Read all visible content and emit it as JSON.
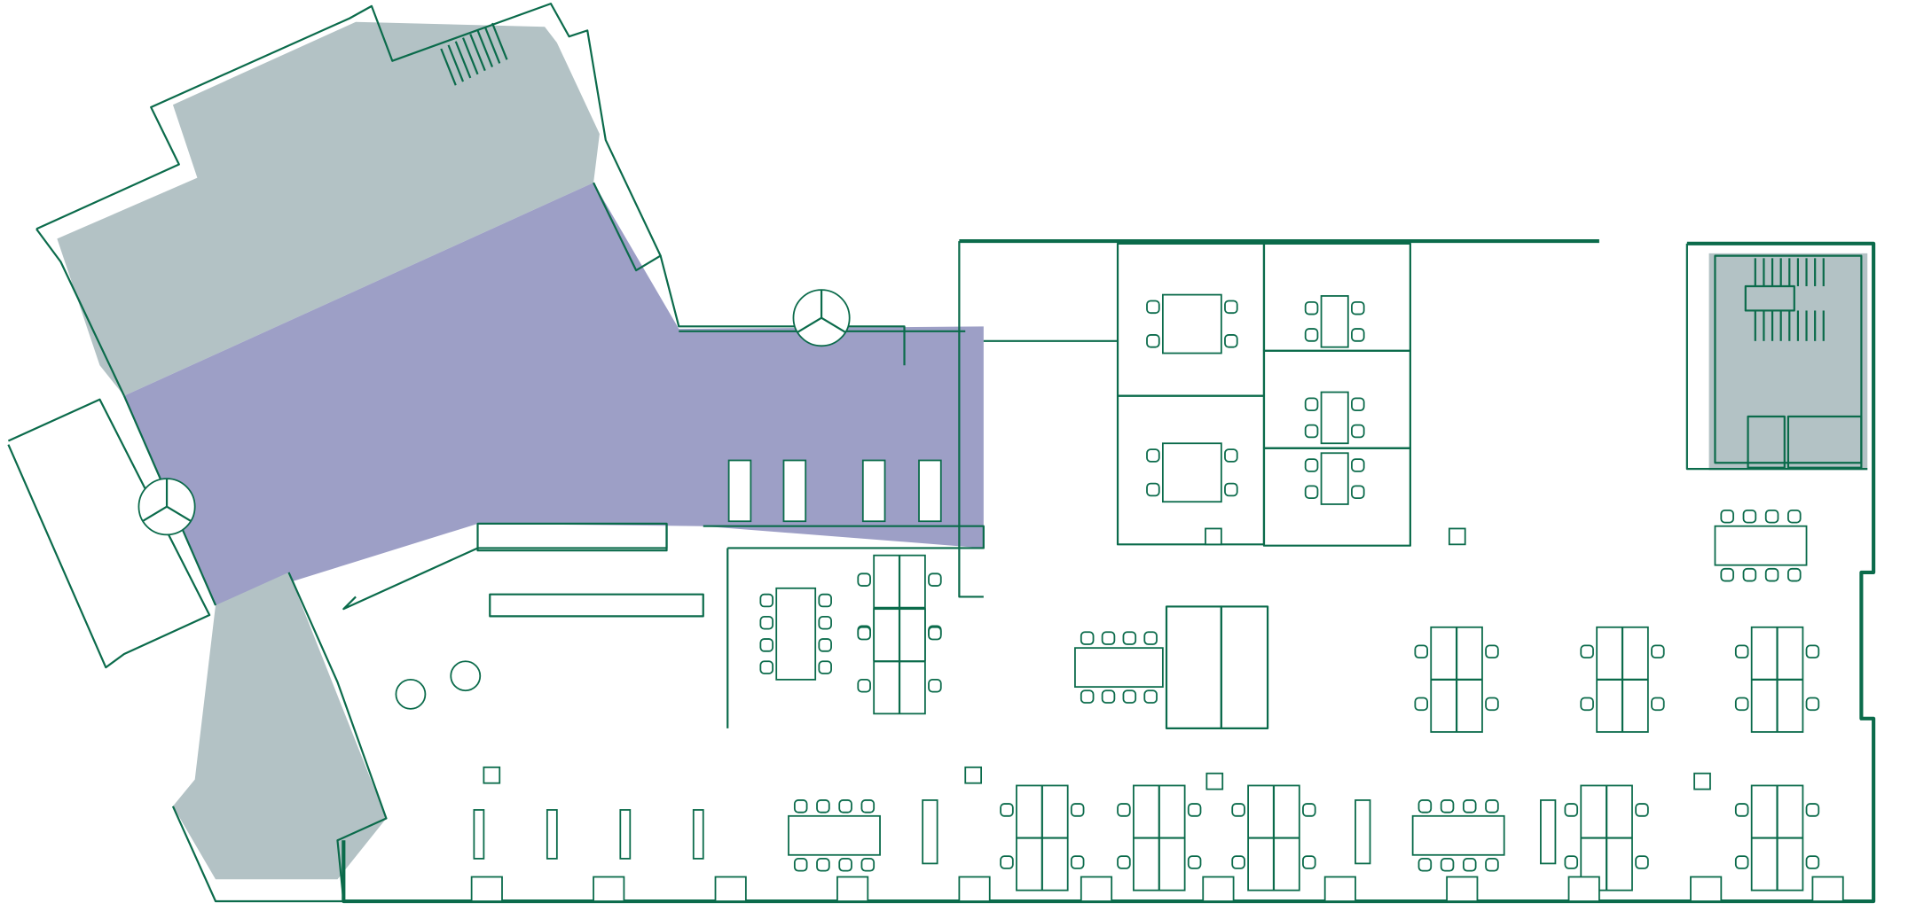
{
  "plan": {
    "colors": {
      "line": "#0b6b4b",
      "lobby_fill": "#9d9fc6",
      "core_fill": "#b3c2c5",
      "background": "#ffffff"
    },
    "icons": [
      "floor-plan",
      "desk-cluster",
      "meeting-table",
      "chair",
      "door-swing",
      "stairs",
      "elevator",
      "revolving-door"
    ]
  }
}
